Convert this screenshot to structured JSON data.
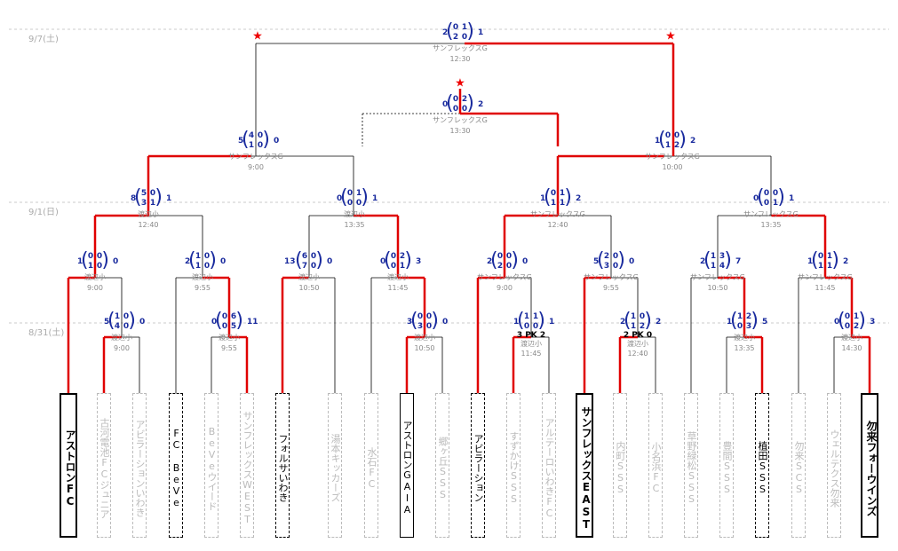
{
  "dates": [
    "9/7(土)",
    "9/1(日)",
    "8/31(土)"
  ],
  "teams": [
    {
      "name": "アストロンFC",
      "state": "final4"
    },
    {
      "name": "古河電池FCジュニア",
      "state": "elim"
    },
    {
      "name": "アビラーションいわき",
      "state": "elim"
    },
    {
      "name": "FC BeVe",
      "state": "r1"
    },
    {
      "name": "BeVeウイード",
      "state": "elim"
    },
    {
      "name": "サンフレックスWEST",
      "state": "elim"
    },
    {
      "name": "フォルサいわき",
      "state": "r1"
    },
    {
      "name": "湯本キッカーズ",
      "state": "elim"
    },
    {
      "name": "水石FC",
      "state": "elim"
    },
    {
      "name": "アストロンGAIA",
      "state": "r2"
    },
    {
      "name": "郷ヶ丘SSS",
      "state": "elim"
    },
    {
      "name": "アビラーション",
      "state": "r1"
    },
    {
      "name": "すずかけSSS",
      "state": "elim"
    },
    {
      "name": "アルテーロいわきFC",
      "state": "elim"
    },
    {
      "name": "サンフレックスEAST",
      "state": "final4"
    },
    {
      "name": "内町SSS",
      "state": "elim"
    },
    {
      "name": "小名浜FC",
      "state": "elim"
    },
    {
      "name": "草野緑松SSS",
      "state": "elim"
    },
    {
      "name": "豊間SSS",
      "state": "elim"
    },
    {
      "name": "植田SSS",
      "state": "r1"
    },
    {
      "name": "勿来SCS",
      "state": "elim"
    },
    {
      "name": "ウェルテクス勿来",
      "state": "elim"
    },
    {
      "name": "勿来フォーウインズ",
      "state": "final4"
    }
  ],
  "matches": [
    {
      "id": "final",
      "total": [
        "2",
        "1"
      ],
      "halves": [
        [
          "0",
          "1"
        ],
        [
          "2",
          "0"
        ]
      ],
      "venue": "サンフレックスG",
      "time": "12:30"
    },
    {
      "id": "third",
      "total": [
        "0",
        "2"
      ],
      "halves": [
        [
          "0",
          "2"
        ],
        [
          "0",
          "0"
        ]
      ],
      "venue": "サンフレックスG",
      "time": "13:30"
    },
    {
      "id": "sf1",
      "total": [
        "5",
        "0"
      ],
      "halves": [
        [
          "4",
          "0"
        ],
        [
          "1",
          "0"
        ]
      ],
      "venue": "サンフレックスG",
      "time": "9:00"
    },
    {
      "id": "sf2",
      "total": [
        "1",
        "2"
      ],
      "halves": [
        [
          "0",
          "0"
        ],
        [
          "1",
          "2"
        ]
      ],
      "venue": "サンフレックスG",
      "time": "10:00"
    },
    {
      "id": "qf1",
      "total": [
        "8",
        "1"
      ],
      "halves": [
        [
          "5",
          "0"
        ],
        [
          "3",
          "1"
        ]
      ],
      "venue": "渡辺小",
      "time": "12:40"
    },
    {
      "id": "qf2",
      "total": [
        "0",
        "1"
      ],
      "halves": [
        [
          "0",
          "1"
        ],
        [
          "0",
          "0"
        ]
      ],
      "venue": "渡辺小",
      "time": "13:35"
    },
    {
      "id": "qf3",
      "total": [
        "1",
        "2"
      ],
      "halves": [
        [
          "0",
          "1"
        ],
        [
          "1",
          "1"
        ]
      ],
      "venue": "サンフレックスG",
      "time": "12:40"
    },
    {
      "id": "qf4",
      "total": [
        "0",
        "1"
      ],
      "halves": [
        [
          "0",
          "0"
        ],
        [
          "0",
          "1"
        ]
      ],
      "venue": "サンフレックスG",
      "time": "13:35"
    },
    {
      "id": "r2a",
      "total": [
        "1",
        "0"
      ],
      "halves": [
        [
          "0",
          "0"
        ],
        [
          "1",
          "0"
        ]
      ],
      "venue": "渡辺小",
      "time": "9:00"
    },
    {
      "id": "r2b",
      "total": [
        "2",
        "0"
      ],
      "halves": [
        [
          "1",
          "0"
        ],
        [
          "1",
          "0"
        ]
      ],
      "venue": "渡辺小",
      "time": "9:55"
    },
    {
      "id": "r2c",
      "total": [
        "13",
        "0"
      ],
      "halves": [
        [
          "6",
          "0"
        ],
        [
          "7",
          "0"
        ]
      ],
      "venue": "渡辺小",
      "time": "10:50"
    },
    {
      "id": "r2d",
      "total": [
        "0",
        "3"
      ],
      "halves": [
        [
          "0",
          "2"
        ],
        [
          "0",
          "1"
        ]
      ],
      "venue": "渡辺小",
      "time": "11:45"
    },
    {
      "id": "r2e",
      "total": [
        "2",
        "0"
      ],
      "halves": [
        [
          "0",
          "0"
        ],
        [
          "2",
          "0"
        ]
      ],
      "venue": "サンフレックスG",
      "time": "9:00"
    },
    {
      "id": "r2f",
      "total": [
        "5",
        "0"
      ],
      "halves": [
        [
          "2",
          "0"
        ],
        [
          "3",
          "0"
        ]
      ],
      "venue": "サンフレックスG",
      "time": "9:55"
    },
    {
      "id": "r2g",
      "total": [
        "2",
        "7"
      ],
      "halves": [
        [
          "1",
          "3"
        ],
        [
          "1",
          "4"
        ]
      ],
      "venue": "サンフレックスG",
      "time": "10:50"
    },
    {
      "id": "r2h",
      "total": [
        "1",
        "2"
      ],
      "halves": [
        [
          "0",
          "1"
        ],
        [
          "1",
          "1"
        ]
      ],
      "venue": "サンフレックスG",
      "time": "11:45"
    },
    {
      "id": "r1a",
      "total": [
        "5",
        "0"
      ],
      "halves": [
        [
          "1",
          "0"
        ],
        [
          "4",
          "0"
        ]
      ],
      "venue": "渡辺小",
      "time": "9:00"
    },
    {
      "id": "r1b",
      "total": [
        "0",
        "11"
      ],
      "halves": [
        [
          "0",
          "6"
        ],
        [
          "0",
          "5"
        ]
      ],
      "venue": "渡辺小",
      "time": "9:55"
    },
    {
      "id": "r1c",
      "total": [
        "3",
        "0"
      ],
      "halves": [
        [
          "0",
          "0"
        ],
        [
          "3",
          "0"
        ]
      ],
      "venue": "渡辺小",
      "time": "10:50"
    },
    {
      "id": "r1d",
      "total": [
        "1",
        "1"
      ],
      "halves": [
        [
          "1",
          "1"
        ],
        [
          "0",
          "0"
        ]
      ],
      "venue": "渡辺小",
      "time": "11:45",
      "pk": "3 PK 2"
    },
    {
      "id": "r1e",
      "total": [
        "2",
        "2"
      ],
      "halves": [
        [
          "1",
          "0"
        ],
        [
          "1",
          "2"
        ]
      ],
      "venue": "渡辺小",
      "time": "12:40",
      "pk": "2 PK 0"
    },
    {
      "id": "r1f",
      "total": [
        "1",
        "5"
      ],
      "halves": [
        [
          "1",
          "2"
        ],
        [
          "0",
          "3"
        ]
      ],
      "venue": "渡辺小",
      "time": "13:35"
    },
    {
      "id": "r1g",
      "total": [
        "0",
        "3"
      ],
      "halves": [
        [
          "0",
          "1"
        ],
        [
          "0",
          "2"
        ]
      ],
      "venue": "渡辺小",
      "time": "14:30"
    }
  ],
  "colors": {
    "winner_line": "#e00000",
    "loser_line": "#000000",
    "score": "#1a2b9e",
    "star": "#e00000"
  }
}
